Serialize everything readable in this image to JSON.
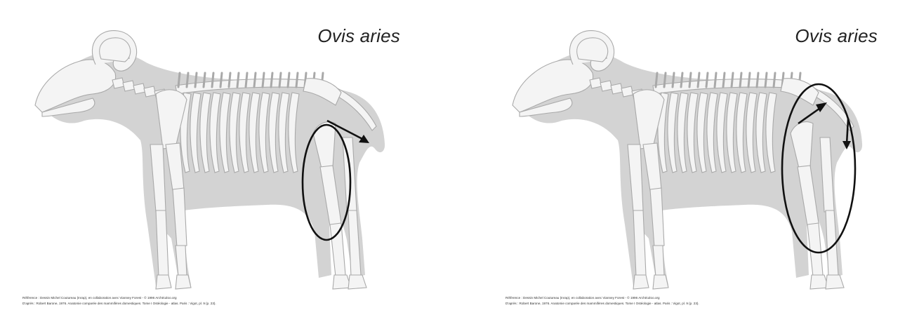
{
  "colors": {
    "silhouette": "#d3d3d3",
    "bone_fill": "#f4f4f4",
    "bone_stroke": "#a9a9a9",
    "annotation": "#111111",
    "text": "#222222"
  },
  "panels": [
    {
      "id": "left",
      "species": "Ovis aries",
      "reference_line_1": "Référence : Dessin Michel Coutureau (Inrap), en collaboration avec Vianney Forest - © 1996 ArchéoZoo.org",
      "reference_line_2": "D'après : Robert Barone, 1976. Anatomie comparée des mammifères domestiques. Tome I Ostéologie - atlas. Paris : Vigot, pl. 9 (p. 23).",
      "annotations": [
        "ellipse-around-hindlimb",
        "arrow-toward-tail"
      ]
    },
    {
      "id": "right",
      "species": "Ovis aries",
      "reference_line_1": "Référence : Dessin Michel Coutureau (Inrap), en collaboration avec Vianney Forest - © 1996 ArchéoZoo.org",
      "reference_line_2": "D'après : Robert Barone, 1976. Anatomie comparée des mammifères domestiques. Tome I Ostéologie - atlas. Paris : Vigot, pl. 9 (p. 23).",
      "annotations": [
        "ellipse-around-hindlimb",
        "arrow-up-right",
        "arrow-down"
      ]
    }
  ]
}
